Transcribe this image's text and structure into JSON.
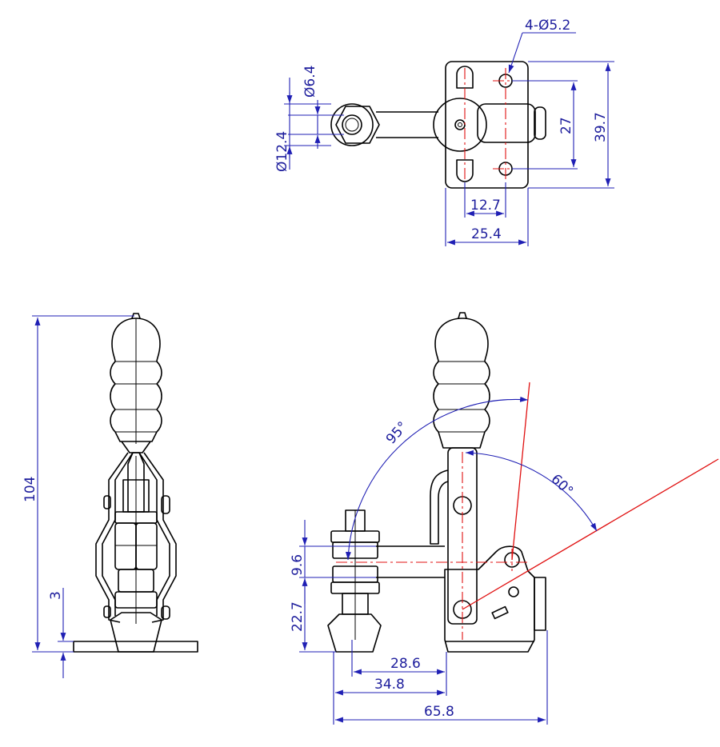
{
  "dimensions": {
    "holes": "4-Ø5.2",
    "spindle_small_dia": "Ø6.4",
    "spindle_large_dia": "Ø12.4",
    "hole_spacing_v": "27",
    "base_height": "39.7",
    "hole_spacing_h": "12.7",
    "base_width": "25.4",
    "total_height": "104",
    "base_thickness": "3",
    "open_angle": "95°",
    "handle_angle": "60°",
    "arm_thickness": "9.6",
    "spindle_height": "22.7",
    "reach_short": "28.6",
    "reach_mid": "34.8",
    "overall_length": "65.8"
  },
  "colors": {
    "outline": "#000000",
    "dimension": "#1f1fb4",
    "centerline": "#e01010"
  }
}
